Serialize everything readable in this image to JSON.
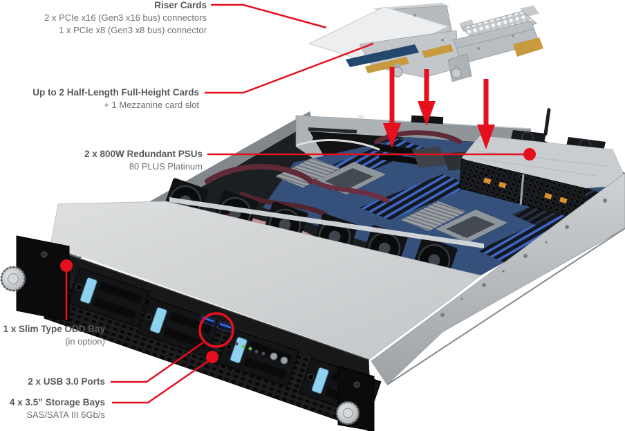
{
  "figure": {
    "description_colors": {
      "accent_red": "#e60f1e",
      "label_title_gray": "#57585a",
      "label_body_gray": "#6f7073",
      "chassis_silver": "#cdd0d1",
      "bezel_black": "#161616",
      "dimm_blue": "#3d68c6",
      "latch_blue": "#8ed2ef",
      "gold_connector": "#c89a3e"
    }
  },
  "callouts": [
    {
      "id": "riser-cards",
      "title": "Riser Cards",
      "lines": [
        "2 x PCIe x16 (Gen3 x16 bus) connectors",
        "1 x PCIe x8 (Gen3 x8 bus) connector"
      ]
    },
    {
      "id": "expansion-cards",
      "title": "Up to 2 Half-Length Full-Height Cards",
      "lines": [
        "+ 1 Mezzanine card slot"
      ]
    },
    {
      "id": "psu",
      "title": "2 x 800W Redundant PSUs",
      "lines": [
        "80 PLUS Platinum"
      ]
    },
    {
      "id": "odd-bay",
      "title": "1 x Slim Type ODD Bay",
      "lines": [
        "(in option)"
      ]
    },
    {
      "id": "usb-ports",
      "title": "2 x USB 3.0 Ports",
      "lines": []
    },
    {
      "id": "storage-bays",
      "title": "4 x 3.5” Storage Bays",
      "lines": [
        "SAS/SATA III 6Gb/s"
      ]
    }
  ]
}
